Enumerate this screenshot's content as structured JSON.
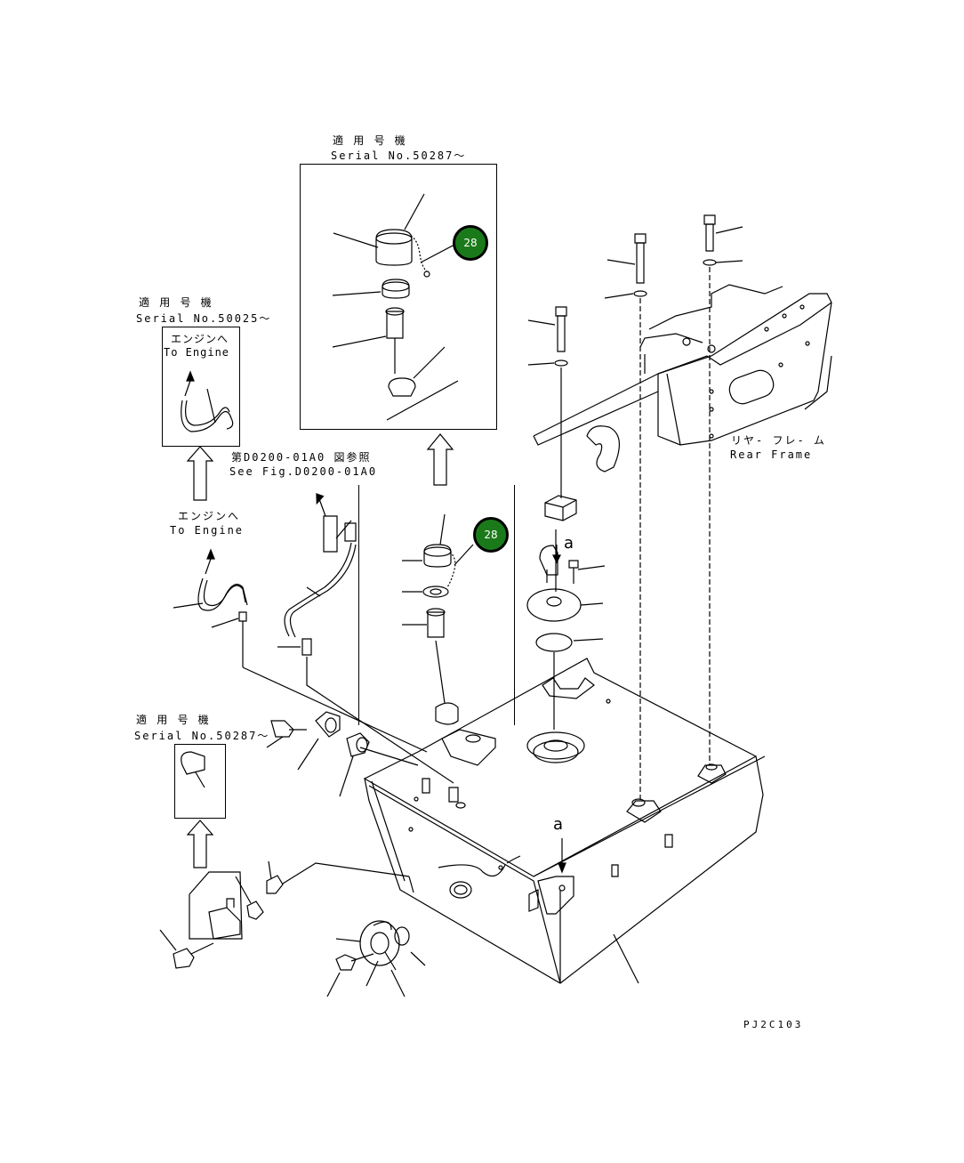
{
  "diagram": {
    "code": "PJ2C103",
    "callouts": [
      {
        "id": "badge-1",
        "text": "28"
      },
      {
        "id": "badge-2",
        "text": "28"
      }
    ],
    "labels": {
      "top_serial_jp": "適 用 号 機",
      "top_serial_en": "Serial No.50287～",
      "left_serial_jp": "適 用 号 機",
      "left_serial_en": "Serial No.50025～",
      "engine_jp_1": "エンジンへ",
      "engine_en_1": "To Engine",
      "engine_jp_2": "エンジンへ",
      "engine_en_2": "To Engine",
      "seefig_jp": "第D0200-01A0 図参照",
      "seefig_en": "See Fig.D0200-01A0",
      "rear_frame_jp": "リヤ- フレ- ム",
      "rear_frame_en": "Rear Frame",
      "bottom_serial_jp": "適 用 号 機",
      "bottom_serial_en": "Serial No.50287～",
      "view_a_1": "a",
      "view_a_2": "a"
    },
    "colors": {
      "line": "#000000",
      "callout_fill": "#1a7a1a",
      "callout_text": "#ffffff"
    }
  }
}
